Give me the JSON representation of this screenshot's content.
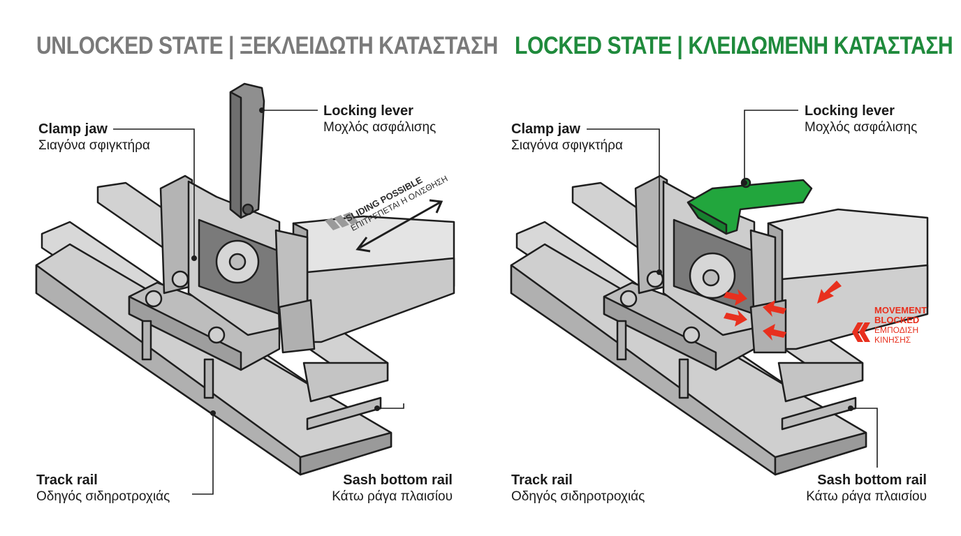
{
  "colors": {
    "unlocked_title": "#7a7a7a",
    "locked_title": "#1f8a3c",
    "metal_light": "#dcdcdc",
    "metal_mid": "#b8b8b8",
    "metal_dark": "#8e8e8e",
    "lever_grey": "#8f8f8f",
    "lever_green": "#22a63d",
    "arrow_red": "#e8301e",
    "outline": "#1e1e1e"
  },
  "unlocked": {
    "title": "UNLOCKED STATE | ΞΕΚΛΕΙΔΩΤΗ ΚΑΤΑΣΤΑΣΗ",
    "locking_lever": {
      "en": "Locking lever",
      "gr": "Μοχλός ασφάλισης"
    },
    "clamp_jaw": {
      "en": "Clamp jaw",
      "gr": "Σιαγόνα σφιγκτήρα"
    },
    "track_rail": {
      "en": "Track rail",
      "gr": "Οδηγός σιδηροτροχιάς"
    },
    "sash_bottom_rail": {
      "en": "Sash bottom rail",
      "gr": "Κάτω ράγα πλαισίου"
    },
    "sliding_note": {
      "en": "SLIDING POSSIBLE",
      "gr": "ΕΠΙΤΡΕΠΕΤΑΙ Η ΟΛΙΣΘΗΣΗ"
    }
  },
  "locked": {
    "title": "LOCKED STATE | ΚΛΕΙΔΩΜΕΝΗ ΚΑΤΑΣΤΑΣΗ",
    "locking_lever": {
      "en": "Locking lever",
      "gr": "Μοχλός ασφάλισης"
    },
    "clamp_jaw": {
      "en": "Clamp jaw",
      "gr": "Σιαγόνα σφιγκτήρα"
    },
    "track_rail": {
      "en": "Track rail",
      "gr": "Οδηγός σιδηροτροχιάς"
    },
    "sash_bottom_rail": {
      "en": "Sash bottom rail",
      "gr": "Κάτω ράγα πλαισίου"
    },
    "movement_note": {
      "en_line1": "MOVEMENT",
      "en_line2": "BLOCKED",
      "gr_line1": "ΕΜΠΟΔΙΣΗ",
      "gr_line2": "ΚΙΝΗΣΗΣ"
    }
  }
}
